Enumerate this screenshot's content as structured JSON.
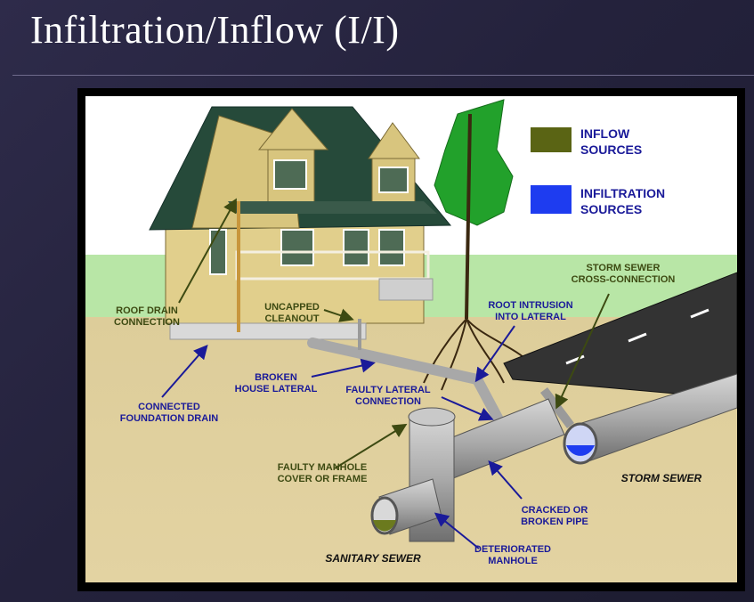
{
  "slide": {
    "title": "Infiltration/Inflow (I/I)"
  },
  "legend": {
    "inflow": {
      "line1": "INFLOW",
      "line2": "SOURCES",
      "color": "#5a6414"
    },
    "infiltration": {
      "line1": "INFILTRATION",
      "line2": "SOURCES",
      "color": "#1e3cf0"
    }
  },
  "labels": {
    "roof_drain": {
      "line1": "ROOF DRAIN",
      "line2": "CONNECTION"
    },
    "uncapped_cleanout": {
      "line1": "UNCAPPED",
      "line2": "CLEANOUT"
    },
    "root_intrusion": {
      "line1": "ROOT INTRUSION",
      "line2": "INTO LATERAL"
    },
    "storm_cross": {
      "line1": "STORM SEWER",
      "line2": "CROSS-CONNECTION"
    },
    "broken_lateral": {
      "line1": "BROKEN",
      "line2": "HOUSE LATERAL"
    },
    "foundation_drain": {
      "line1": "CONNECTED",
      "line2": "FOUNDATION DRAIN"
    },
    "faulty_lateral": {
      "line1": "FAULTY LATERAL",
      "line2": "CONNECTION"
    },
    "faulty_manhole": {
      "line1": "FAULTY MANHOLE",
      "line2": "COVER OR FRAME"
    },
    "cracked_pipe": {
      "line1": "CRACKED OR",
      "line2": "BROKEN PIPE"
    },
    "deteriorated_manhole": {
      "line1": "DETERIORATED",
      "line2": "MANHOLE"
    },
    "storm_sewer": "STORM SEWER",
    "sanitary_sewer": "SANITARY SEWER"
  }
}
